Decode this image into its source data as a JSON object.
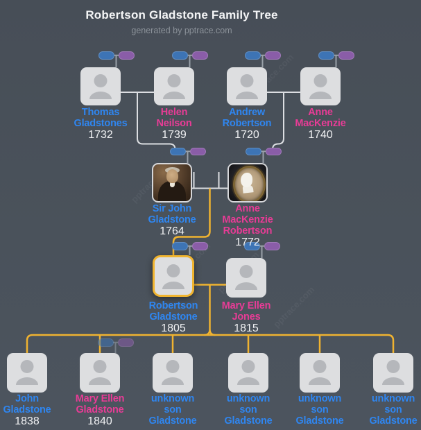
{
  "header": {
    "title": "Robertson Gladstone Family Tree",
    "subtitle": "generated by pptrace.com"
  },
  "watermark": "pptrace.com",
  "colors": {
    "background": "#4a525b",
    "male_name": "#2f86f0",
    "female_name": "#e83c96",
    "year_text": "#f0f1f3",
    "highlight_border": "#f0b42f",
    "descent_line_yellow": "#f0b330",
    "line_white": "#e9ebee",
    "line_gray": "#99a0a8",
    "pill_blue": "#3d74b5",
    "pill_purple": "#8a5da8",
    "card": "#dddee0"
  },
  "people": [
    {
      "name": "Thomas Gladstones",
      "year": "1732",
      "gender": "male"
    },
    {
      "name": "Helen Neilson",
      "year": "1739",
      "gender": "female"
    },
    {
      "name": "Andrew Robertson",
      "year": "1720",
      "gender": "male"
    },
    {
      "name": "Anne MacKenzie",
      "year": "1740",
      "gender": "female"
    },
    {
      "name": "Sir John Gladstone",
      "year": "1764",
      "gender": "male",
      "photo": "oil-portrait"
    },
    {
      "name": "Anne MacKenzie Robertson",
      "year": "1772",
      "gender": "female",
      "photo": "cameo-brooch"
    },
    {
      "name": "Robertson Gladstone",
      "year": "1805",
      "gender": "male",
      "highlighted": true
    },
    {
      "name": "Mary Ellen Jones",
      "year": "1815",
      "gender": "female"
    },
    {
      "name": "John Gladstone",
      "year": "1838",
      "gender": "male"
    },
    {
      "name": "Mary Ellen Gladstone",
      "year": "1840",
      "gender": "female"
    },
    {
      "name": "unknown son Gladstone",
      "year": "",
      "gender": "male"
    },
    {
      "name": "unknown son Gladstone",
      "year": "",
      "gender": "male"
    },
    {
      "name": "unknown son Gladstone",
      "year": "",
      "gender": "male"
    },
    {
      "name": "unknown son Gladstone",
      "year": "",
      "gender": "male"
    }
  ]
}
